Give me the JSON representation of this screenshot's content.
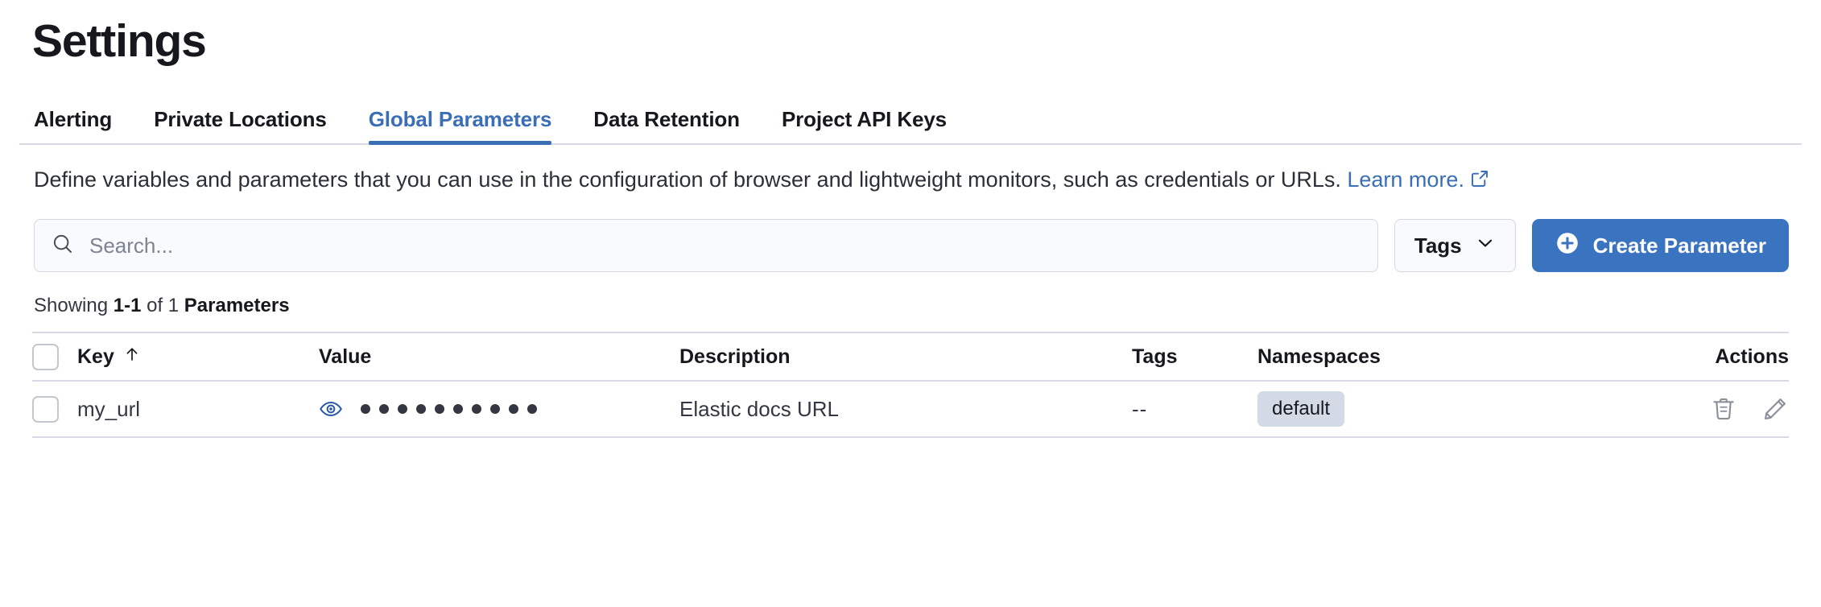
{
  "page_title": "Settings",
  "tabs": [
    {
      "label": "Alerting",
      "active": false
    },
    {
      "label": "Private Locations",
      "active": false
    },
    {
      "label": "Global Parameters",
      "active": true
    },
    {
      "label": "Data Retention",
      "active": false
    },
    {
      "label": "Project API Keys",
      "active": false
    }
  ],
  "description": {
    "text": "Define variables and parameters that you can use in the configuration of browser and lightweight monitors, such as credentials or URLs. ",
    "link_text": "Learn more.",
    "link_icon": "external-link-icon"
  },
  "controls": {
    "search_placeholder": "Search...",
    "search_value": "",
    "search_icon": "search-icon",
    "tags_label": "Tags",
    "tags_chevron_icon": "chevron-down-icon",
    "create_label": "Create Parameter",
    "create_icon": "plus-circle-icon"
  },
  "showing": {
    "prefix": "Showing ",
    "range": "1-1",
    "middle": " of 1 ",
    "entity": "Parameters"
  },
  "table": {
    "columns": {
      "key": "Key",
      "key_sort_icon": "arrow-up-icon",
      "value": "Value",
      "description": "Description",
      "tags": "Tags",
      "namespaces": "Namespaces",
      "actions": "Actions"
    },
    "rows": [
      {
        "key": "my_url",
        "value_masked_dots": 10,
        "value_reveal_icon": "eye-icon",
        "description": "Elastic docs URL",
        "tags": "--",
        "namespace_badge": "default",
        "delete_icon": "trash-icon",
        "edit_icon": "pencil-icon"
      }
    ]
  },
  "colors": {
    "accent_blue": "#3a6eb5",
    "button_blue": "#3a73c0",
    "badge_bg": "#d3dae6",
    "border": "#d8dbe5",
    "text": "#16181d",
    "muted_text": "#7d8391"
  }
}
